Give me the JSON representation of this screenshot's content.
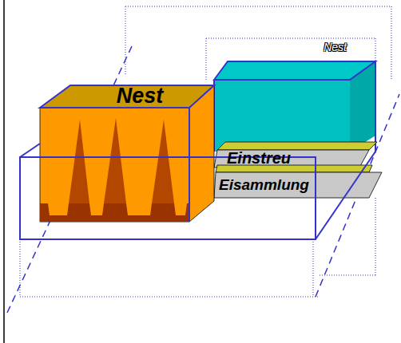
{
  "diagram": {
    "nodes": [
      {
        "text": [
          "Nest"
        ]
      },
      {
        "text": [
          "Nest"
        ]
      },
      {
        "text": [
          "Einstreu"
        ]
      },
      {
        "text": [
          "Eisammlung"
        ]
      }
    ]
  }
}
